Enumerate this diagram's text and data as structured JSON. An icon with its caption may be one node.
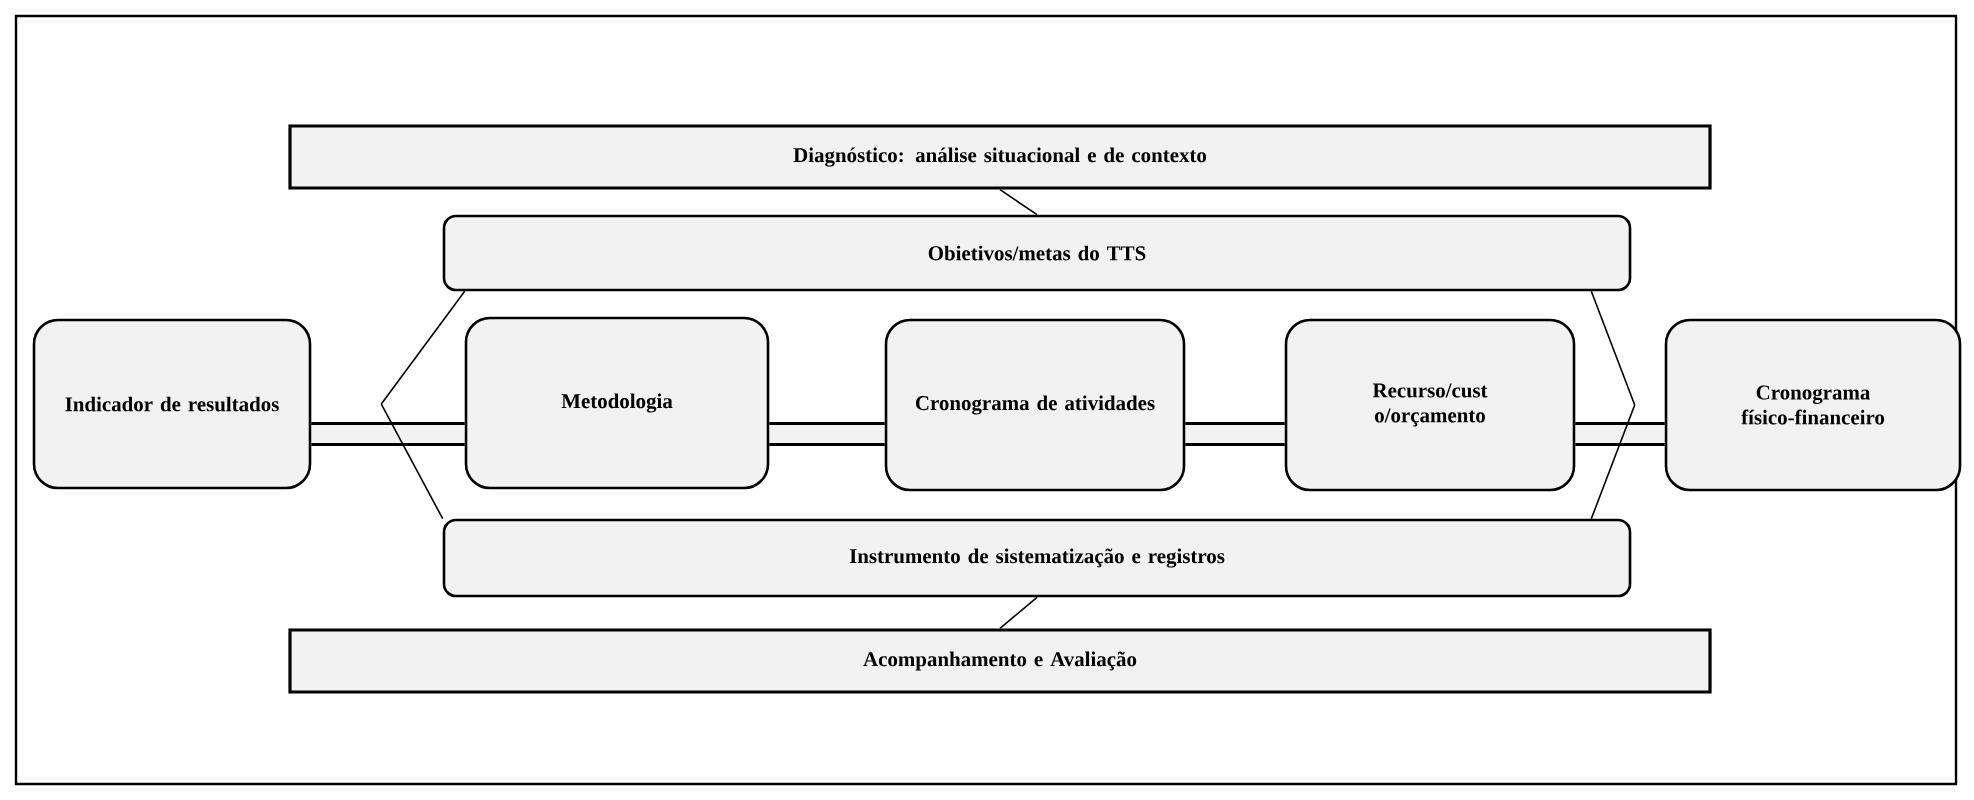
{
  "diagram": {
    "nodes": [
      {
        "text": [
          "Diagnóstico: análise situacional e de contexto"
        ]
      },
      {
        "text": [
          "Obietivos/metas do TTS"
        ]
      },
      {
        "text": [
          "Indicador de resultados"
        ]
      },
      {
        "text": [
          "Metodologia"
        ]
      },
      {
        "text": [
          "Cronograma de atividades"
        ]
      },
      {
        "text": [
          "Recurso/cust o/orçamento"
        ]
      },
      {
        "text": [
          "Cronograma físico-financeiro"
        ]
      },
      {
        "text": [
          "Instrumento de sistematização e registros"
        ]
      },
      {
        "text": [
          "Acompanhamento e Avaliação"
        ]
      }
    ],
    "edges": [
      {
        "from": 0,
        "to": 1,
        "arrow": "none"
      },
      {
        "from": 2,
        "to": 3,
        "arrow": "none",
        "style": "thick"
      },
      {
        "from": 3,
        "to": 4,
        "arrow": "none",
        "style": "thick"
      },
      {
        "from": 4,
        "to": 5,
        "arrow": "none",
        "style": "thick"
      },
      {
        "from": 5,
        "to": 6,
        "arrow": "none",
        "style": "thick"
      },
      {
        "from": 2,
        "to": 1,
        "arrow": "none"
      },
      {
        "from": 2,
        "to": 7,
        "arrow": "none"
      },
      {
        "from": 6,
        "to": 1,
        "arrow": "none"
      },
      {
        "from": 6,
        "to": 7,
        "arrow": "none"
      },
      {
        "from": 7,
        "to": 8,
        "arrow": "none"
      }
    ]
  }
}
